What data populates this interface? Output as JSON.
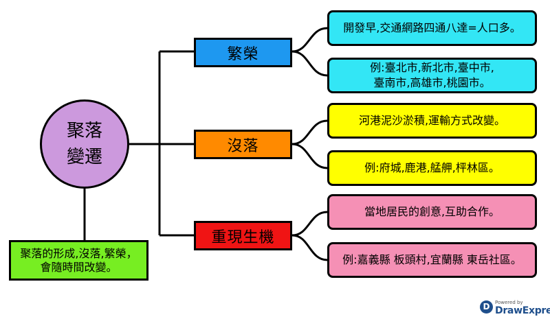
{
  "root": {
    "lines": [
      "聚落",
      "變遷"
    ],
    "color": "#cc99dd"
  },
  "note": {
    "text": "聚落的形成,沒落,繁榮，會隨時間改變。",
    "color": "#77ee22"
  },
  "categories": [
    {
      "label": "繁榮",
      "color": "#1e98f0"
    },
    {
      "label": "沒落",
      "color": "#ff8a00"
    },
    {
      "label": "重現生機",
      "color": "#f01414"
    }
  ],
  "leaves": [
    {
      "text": "開發早,交通網路四通八達=人口多。",
      "color": "#33e6f5"
    },
    {
      "text": "例:臺北市,新北市,臺中市,\n臺南市,高雄市,桃園市。",
      "color": "#33e6f5"
    },
    {
      "text": "河港泥沙淤積,運輸方式改變。",
      "color": "#ffff00"
    },
    {
      "text": "例:府城,鹿港,艋舺,枰林區。",
      "color": "#ffff00"
    },
    {
      "text": "當地居民的創意,互助合作。",
      "color": "#f590b5"
    },
    {
      "text": "例:嘉義縣 板頭村,宜蘭縣 東岳社區。",
      "color": "#f590b5"
    }
  ],
  "branding": {
    "powered": "Powered by",
    "name": "DrawExpress",
    "icon_letter": "D",
    "icon": "drawexpress-logo-icon"
  }
}
